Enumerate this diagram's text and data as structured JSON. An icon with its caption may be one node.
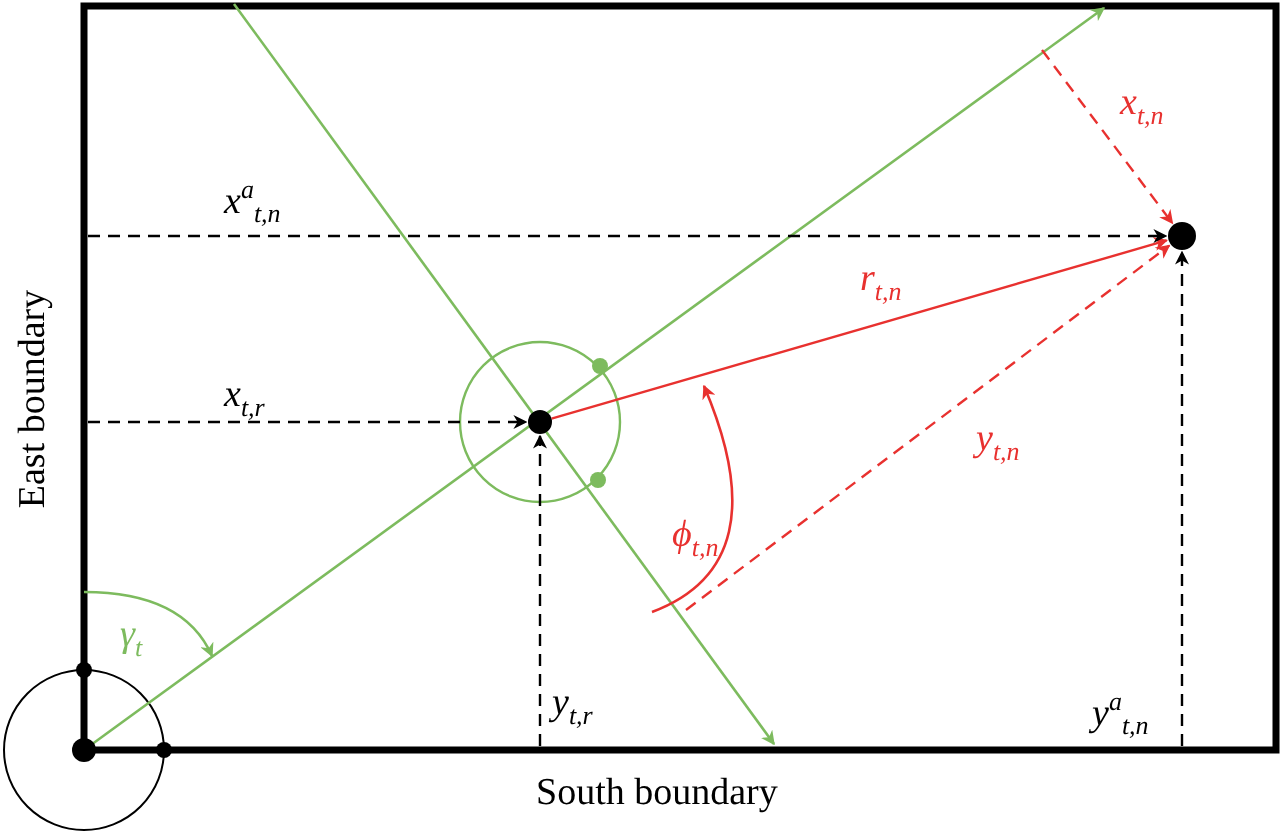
{
  "diagram": {
    "nodes": [
      {
        "text": [],
        "shape": "circle"
      },
      {
        "text": [],
        "shape": "circle"
      },
      {
        "text": [],
        "shape": "circle"
      }
    ],
    "edges": [
      {
        "from": 1,
        "to": 2,
        "arrow": "to",
        "label": "r$_{t,n}$",
        "color": "#e8312f"
      },
      {
        "from": null,
        "to": 2,
        "arrow": "to",
        "label": "x$^{a}$$_{t,n}$",
        "style": "dashed"
      },
      {
        "from": null,
        "to": 1,
        "arrow": "to",
        "label": "x$_{t,r}$",
        "style": "dashed"
      },
      {
        "from": null,
        "to": 1,
        "arrow": "to",
        "label": "y$_{t,r}$",
        "style": "dashed"
      },
      {
        "from": null,
        "to": 2,
        "arrow": "to",
        "label": "y$^{a}$$_{t,n}$",
        "style": "dashed"
      },
      {
        "from": null,
        "to": 2,
        "arrow": "to",
        "label": "x$_{t,n}$",
        "style": "dashed",
        "color": "#e8312f"
      },
      {
        "from": null,
        "to": 2,
        "arrow": "to",
        "label": "y$_{t,n}$",
        "style": "dashed",
        "color": "#e8312f"
      }
    ],
    "labels": [
      "East boundary",
      "γ$_{t}$",
      "ϕ$_{t,n}$",
      "South boundary"
    ]
  }
}
